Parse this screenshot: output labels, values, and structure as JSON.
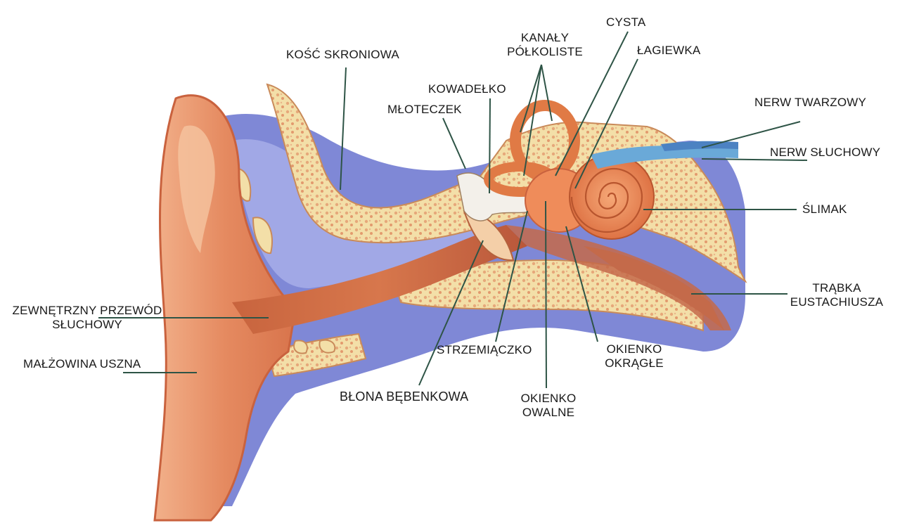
{
  "colors": {
    "skin": "#e8906a",
    "skin_dark": "#c9623e",
    "bone": "#f3dfa8",
    "bone_spot": "#e6a87a",
    "tissue": "#7f88d6",
    "tissue_light": "#aab0ea",
    "inner_ear": "#ef8c5a",
    "nerve": "#6aa9d8",
    "leader": "#2e5446"
  },
  "labels": {
    "kosc_skroniowa": "KOŚĆ SKRONIOWA",
    "kanaly_1": "KANAŁY",
    "kanaly_2": "PÓŁKOLISTE",
    "cysta": "CYSTA",
    "lagiewka": "ŁAGIEWKA",
    "kowadelko": "KOWADEŁKO",
    "mloteczek": "MŁOTECZEK",
    "nerw_twarzowy": "NERW TWARZOWY",
    "nerw_sluchowy": "NERW SŁUCHOWY",
    "slimak": "ŚLIMAK",
    "trabka_1": "TRĄBKA",
    "trabka_2": "EUSTACHIUSZA",
    "przewod_1": "ZEWNĘTRZNY PRZEWÓD",
    "przewod_2": "SŁUCHOWY",
    "malzowina": "MAŁŻOWINA USZNA",
    "strzemiaczko": "STRZEMIĄCZKO",
    "okienko_okragle_1": "OKIENKO",
    "okienko_okragle_2": "OKRĄGŁE",
    "blona": "BŁONA BĘBENKOWA",
    "okienko_owalne_1": "OKIENKO",
    "okienko_owalne_2": "OWALNE"
  }
}
